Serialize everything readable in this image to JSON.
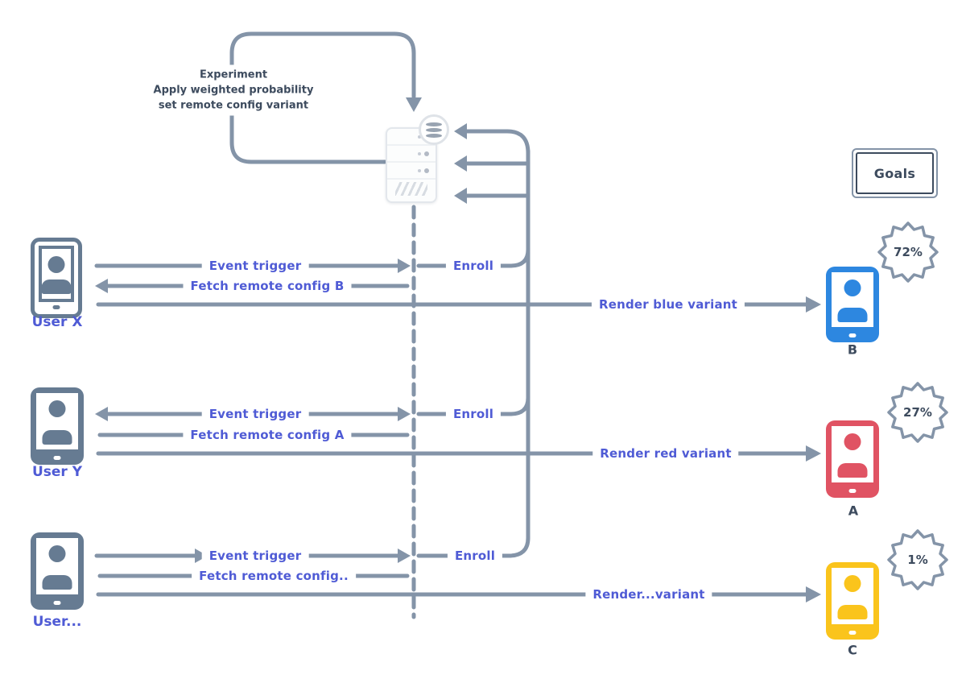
{
  "diagram": {
    "loop_note": {
      "line1": "Experiment",
      "line2": "Apply weighted probability",
      "line3": "set remote config variant"
    },
    "goals_label": "Goals",
    "users": [
      {
        "name": "User X"
      },
      {
        "name": "User Y"
      },
      {
        "name": "User..."
      }
    ],
    "rows": [
      {
        "event": "Event trigger",
        "fetch": "Fetch remote config B",
        "enroll": "Enroll",
        "render": "Render blue variant"
      },
      {
        "event": "Event trigger",
        "fetch": "Fetch remote config A",
        "enroll": "Enroll",
        "render": "Render red variant"
      },
      {
        "event": "Event trigger",
        "fetch": "Fetch remote config..",
        "enroll": "Enroll",
        "render": "Render...variant"
      }
    ],
    "variants": [
      {
        "letter": "B",
        "percent": "72%",
        "color": "#2d87e0"
      },
      {
        "letter": "A",
        "percent": "27%",
        "color": "#e05363"
      },
      {
        "letter": "C",
        "percent": "1%",
        "color": "#fac41c"
      }
    ],
    "icons": {
      "server": "server-icon",
      "database": "database-badge-icon",
      "user": "user-avatar-icon",
      "badge": "starburst-badge-icon"
    },
    "colors": {
      "line": "#8494a8",
      "navy": "#3d4b5e",
      "label_blue": "#4f5bd5",
      "device_gray": "#667b92",
      "blue": "#2d87e0",
      "red": "#e05363",
      "yellow": "#fac41c"
    }
  }
}
